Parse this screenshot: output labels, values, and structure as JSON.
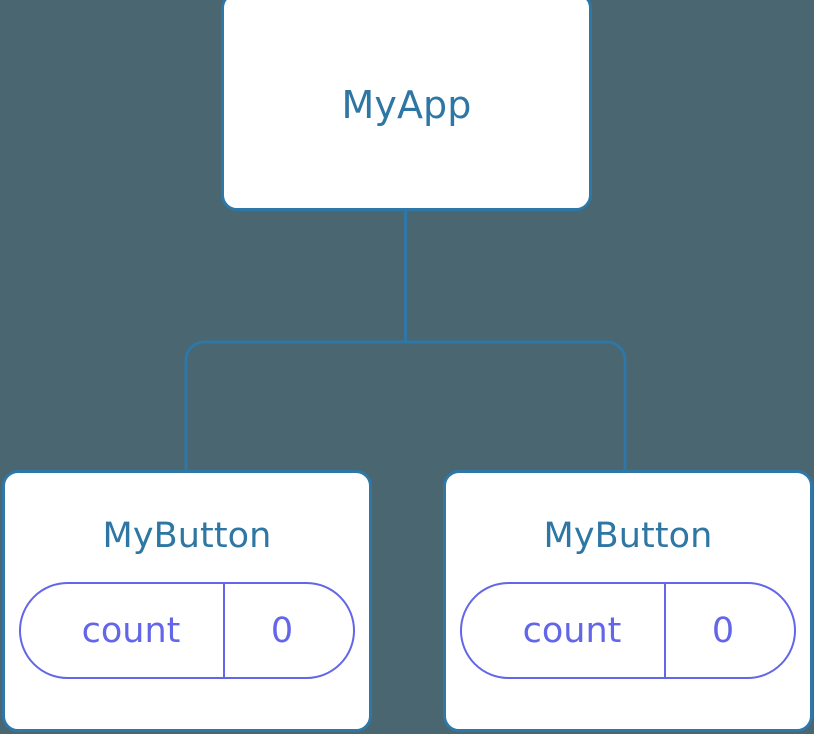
{
  "diagram": {
    "type": "component-tree",
    "background_color": "#4a6670",
    "node_border_color": "#2e77a6",
    "node_title_color": "#2e76a3",
    "state_accent_color": "#6366e8",
    "connector_color": "#2e77a6",
    "root": {
      "title": "MyApp"
    },
    "children": [
      {
        "title": "MyButton",
        "state": {
          "key": "count",
          "value": "0"
        }
      },
      {
        "title": "MyButton",
        "state": {
          "key": "count",
          "value": "0"
        }
      }
    ]
  }
}
